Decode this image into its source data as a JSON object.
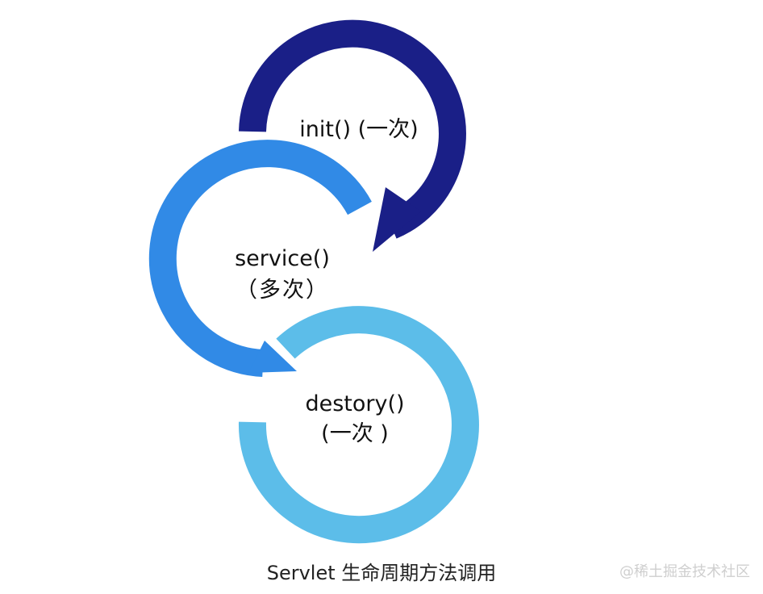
{
  "stages": [
    {
      "method": "init()",
      "frequency": "(一次)",
      "color": "#1a1f87"
    },
    {
      "method": "service()",
      "frequency": "（多次）",
      "color": "#318ae6"
    },
    {
      "method": "destory()",
      "frequency": "(一次 )",
      "color": "#5cbde9"
    }
  ],
  "caption": "Servlet 生命周期方法调用",
  "watermark": "@稀土掘金技术社区"
}
